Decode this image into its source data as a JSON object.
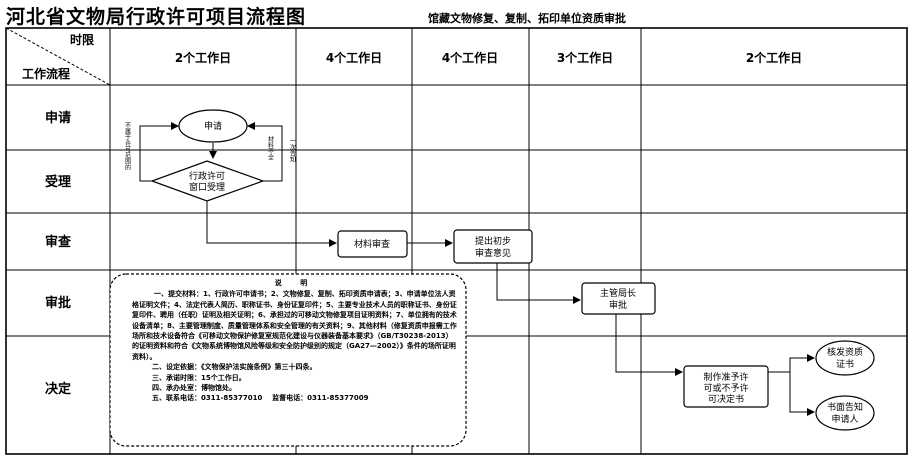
{
  "title": "河北省文物局行政许可项目流程图",
  "subtitle": "馆藏文物修复、复制、拓印单位资质审批",
  "corner": {
    "top": "时限",
    "bottom": "工作流程"
  },
  "columns": [
    "2个工作日",
    "4个工作日",
    "4个工作日",
    "3个工作日",
    "2个工作日"
  ],
  "rows": [
    "申请",
    "受理",
    "审查",
    "审批",
    "决定"
  ],
  "nodes": {
    "apply": "申请",
    "accept_l1": "行政许可",
    "accept_l2": "窗口受理",
    "material_review": "材料审查",
    "prelim_l1": "提出初步",
    "prelim_l2": "审查意见",
    "approve_l1": "主管局长",
    "approve_l2": "审批",
    "decide_l1": "制作准予许",
    "decide_l2": "可或不予许",
    "decide_l3": "可决定书",
    "cert_l1": "核发资质",
    "cert_l2": "证书",
    "notify_l1": "书面告知",
    "notify_l2": "申请人"
  },
  "side_labels": {
    "left": "不属于许可范围的",
    "right_inner": "材料不全",
    "right_outer": "一次告知"
  },
  "notes": {
    "heading": "说 明",
    "item1": "一、提交材料：1、行政许可申请书；2、文物修复、复制、拓印资质申请表；3、申请单位法人资格证明文件；4、法定代表人简历、职称证书、身份证复印件；5、主要专业技术人员的职称证书、身份证复印件、聘用（任职）证明及相关证明；6、承担过的可移动文物修复项目证明资料；7、单位拥有的技术设备清单；8、主要管理制度、质量管理体系和安全管理的有关资料；9、其他材料（修复资质申报需工作场所和技术设备符合《可移动文物保护修复室规范化建设与仪器装备基本要求》（GB/T30238-2013）的证明资料和符合《文物系统博物馆风险等级和安全防护级别的规定（GA27—2002）》条件的场所证明资料）。",
    "item2": "二、设定依据：《文物保护法实施条例》第三十四条。",
    "item3": "三、承诺时限：15个工作日。",
    "item4": "四、承办处室：博物馆处。",
    "item5_label": "五、联系电话：0311-85377010",
    "item5_phone2": "监督电话：0311-85377009"
  }
}
